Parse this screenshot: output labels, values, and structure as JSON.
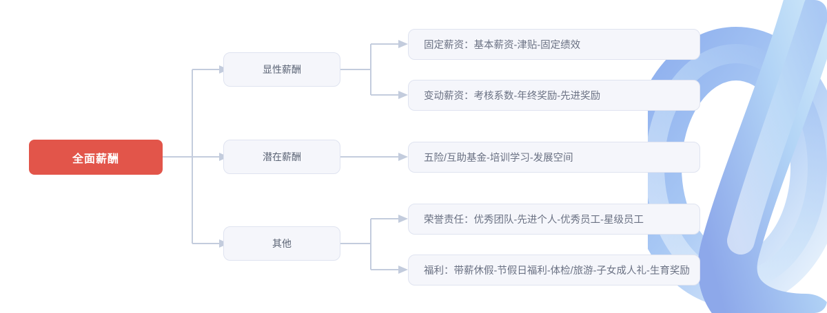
{
  "diagram": {
    "type": "mind-map",
    "title": "全面薪酬",
    "colors": {
      "root_fill": "#e2554a",
      "root_text": "#ffffff",
      "node_fill": "#f5f6fb",
      "node_border": "#dfe3f0",
      "node_text": "#6a7183",
      "connector": "#c3ccdd",
      "canvas": "#ffffff",
      "deco_blue_dark": "#7f9ae8",
      "deco_blue_mid": "#9dc2f2",
      "deco_blue_light": "#cfe8f9"
    },
    "root": {
      "label": "全面薪酬"
    },
    "branches": [
      {
        "label": "显性薪酬",
        "children": [
          {
            "label": "固定薪资：基本薪资-津贴-固定绩效"
          },
          {
            "label": "变动薪资：考核系数-年终奖励-先进奖励"
          }
        ]
      },
      {
        "label": "潜在薪酬",
        "children": [
          {
            "label": "五险/互助基金-培训学习-发展空间"
          }
        ]
      },
      {
        "label": "其他",
        "children": [
          {
            "label": "荣誉责任：优秀团队-先进个人-优秀员工-星级员工"
          },
          {
            "label": "福利：带薪休假-节假日福利-体检/旅游-子女成人礼-生育奖励"
          }
        ]
      }
    ]
  }
}
